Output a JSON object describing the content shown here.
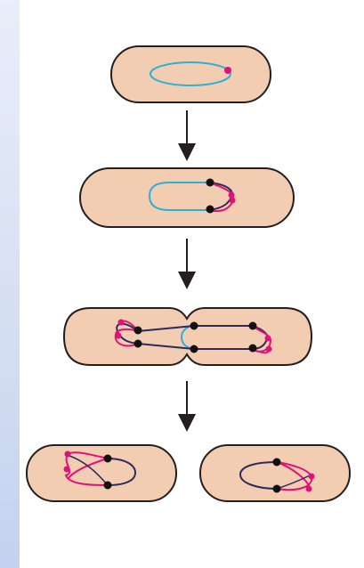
{
  "figure": {
    "kind": "bacterial chromosome replication and cell division",
    "stages": [
      {
        "id": "stage-1"
      },
      {
        "id": "stage-2"
      },
      {
        "id": "stage-3"
      },
      {
        "id": "stage-4"
      }
    ],
    "colors": {
      "cell_fill": "#f3cdb1",
      "cell_outline": "#231f20",
      "parental_strand": "#2ab1d6",
      "new_strand_magenta": "#e0127a",
      "new_strand_navy": "#2c2a5e",
      "fork_dot": "#111111",
      "origin_dot": "#e0127a",
      "arrow": "#231f20",
      "left_strip": "#d4def2"
    }
  }
}
